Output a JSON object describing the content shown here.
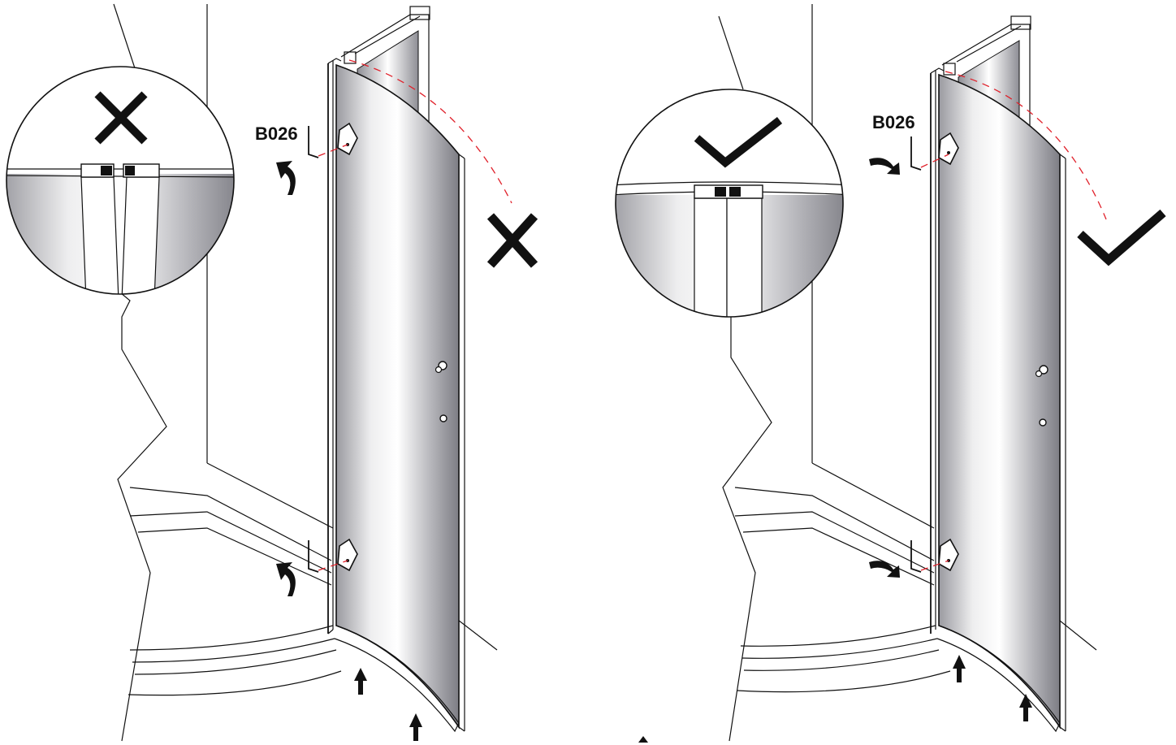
{
  "left_panel": {
    "tool_label": "B026",
    "verdict": "incorrect",
    "verdict_symbol": "cross-icon"
  },
  "right_panel": {
    "tool_label": "B026",
    "verdict": "correct",
    "verdict_symbol": "check-icon"
  },
  "colors": {
    "line": "#111111",
    "guide_dash": "#e0202a",
    "glass_light": "#ffffff",
    "glass_dark": "#8d8d94"
  }
}
